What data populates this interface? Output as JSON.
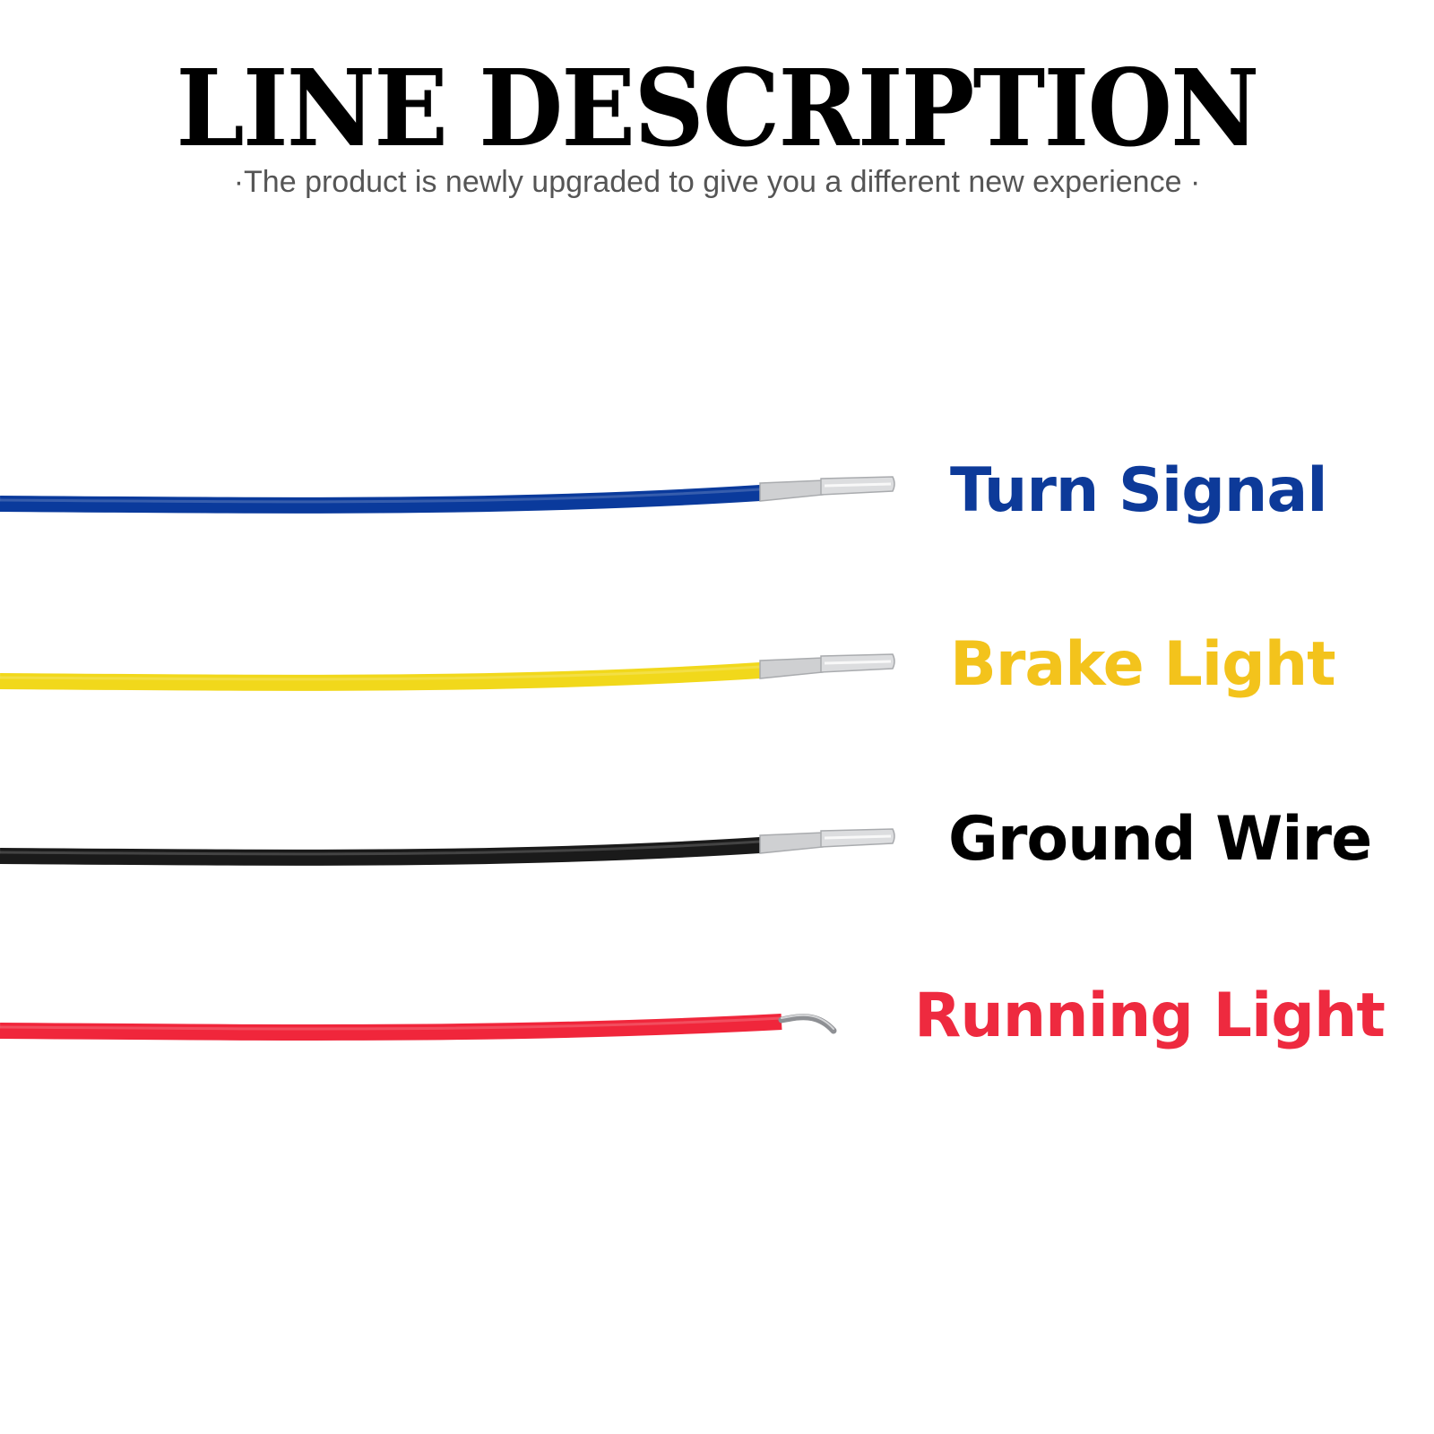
{
  "header": {
    "title": "LINE DESCRIPTION",
    "subtitle": "·The product is newly upgraded to give you a different new experience ·"
  },
  "wires": [
    {
      "label": "Turn Signal",
      "color": "#0a3a9c",
      "label_color": "#0d3a99",
      "end": "spade-terminal"
    },
    {
      "label": "Brake Light",
      "color": "#f1d81b",
      "label_color": "#f3c31c",
      "end": "spade-terminal"
    },
    {
      "label": "Ground Wire",
      "color": "#1a1a1a",
      "label_color": "#000000",
      "end": "spade-terminal"
    },
    {
      "label": "Running Light",
      "color": "#f0263b",
      "label_color": "#ee2a3f",
      "end": "stripped-wire"
    }
  ]
}
